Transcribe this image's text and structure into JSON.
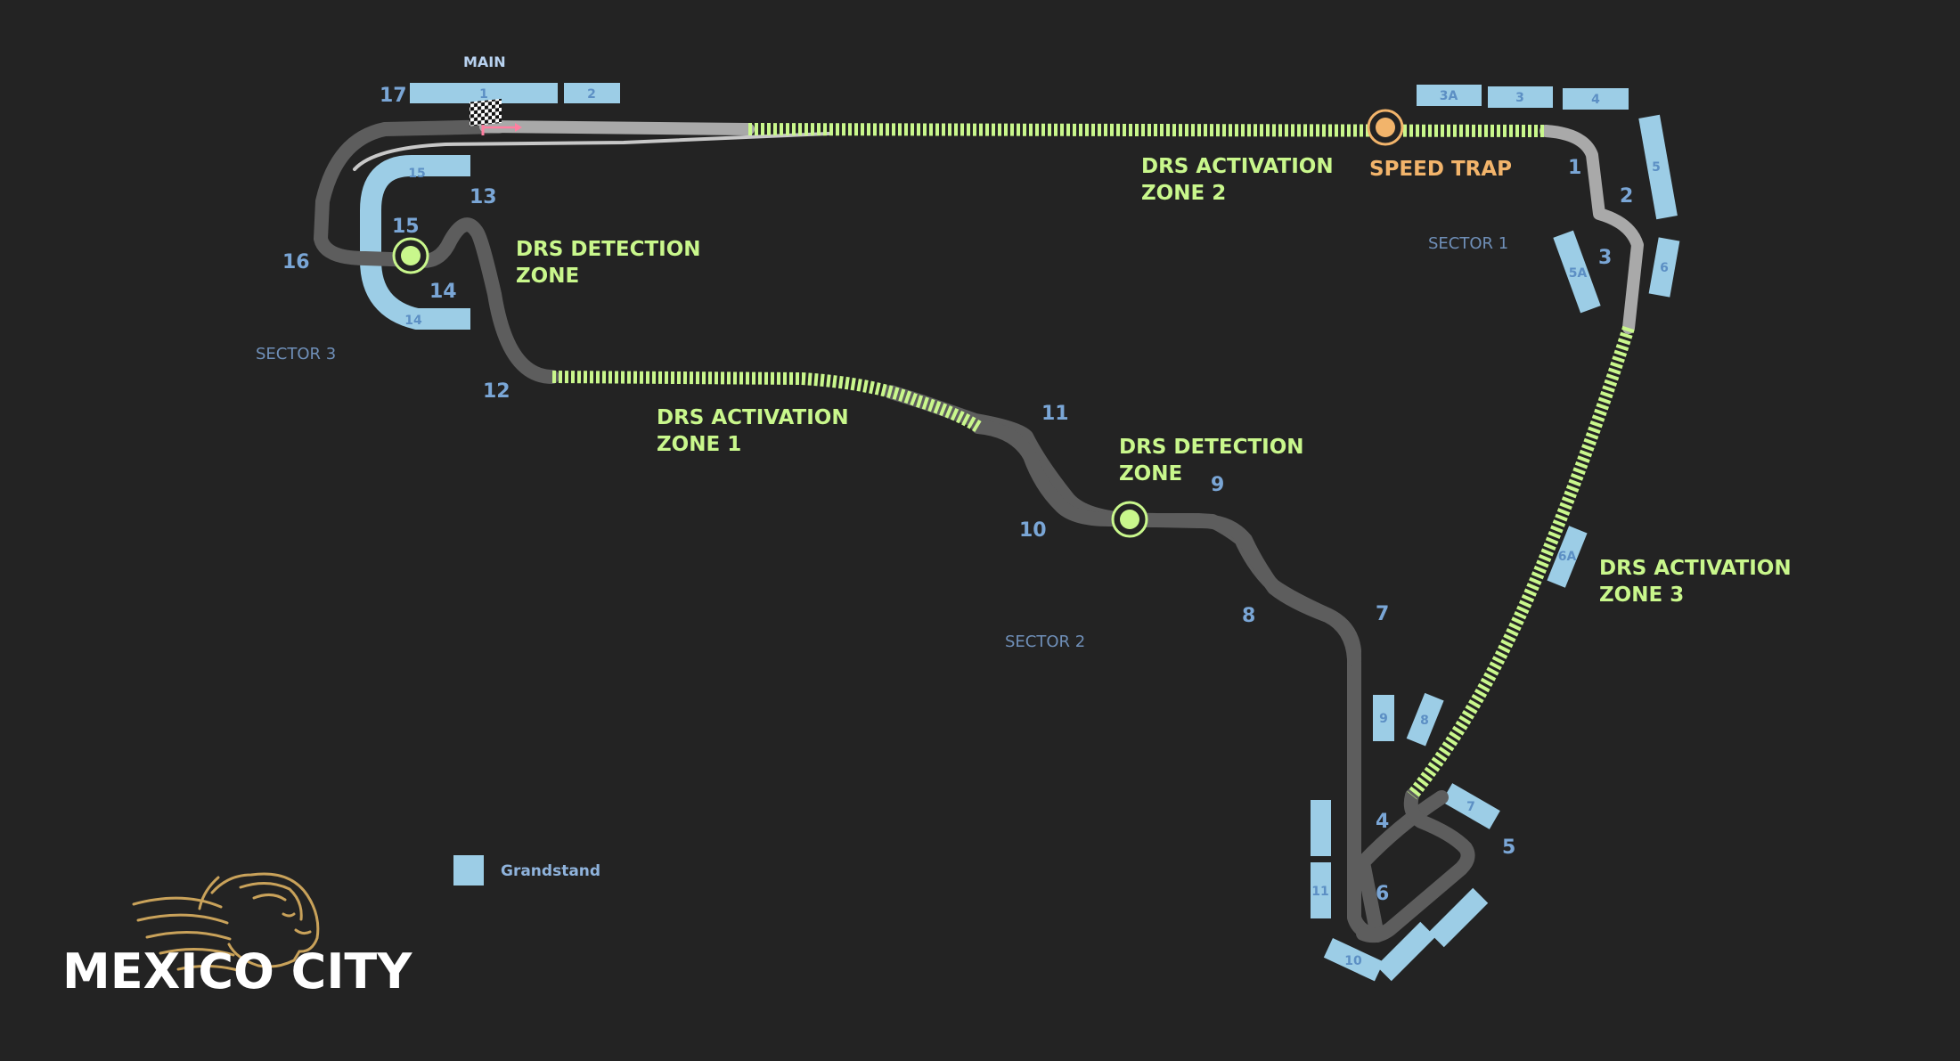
{
  "city": "MEXICO CITY",
  "legend": {
    "label": "Grandstand",
    "color": "#9ccde6"
  },
  "header": {
    "main_label": "MAIN"
  },
  "colors": {
    "background": "#232323",
    "track_dark": "#5d5d5d",
    "track_light": "#a9a9a9",
    "drs": "#c9f78c",
    "grandstand": "#9ccde6",
    "turn_number": "#7aa6d6",
    "speed_trap": "#f2b46b",
    "logo_gold": "#c9a25a"
  },
  "zones": {
    "drs_activation_1": [
      "DRS ACTIVATION",
      "ZONE 1"
    ],
    "drs_activation_2": [
      "DRS ACTIVATION",
      "ZONE 2"
    ],
    "drs_activation_3": [
      "DRS ACTIVATION",
      "ZONE 3"
    ],
    "drs_detection_1": [
      "DRS DETECTION",
      "ZONE"
    ],
    "drs_detection_2": [
      "DRS DETECTION",
      "ZONE"
    ],
    "speed_trap": "SPEED TRAP"
  },
  "sectors": {
    "s1": "SECTOR 1",
    "s2": "SECTOR 2",
    "s3": "SECTOR 3"
  },
  "turns": [
    "1",
    "2",
    "3",
    "4",
    "5",
    "6",
    "7",
    "8",
    "9",
    "10",
    "11",
    "12",
    "13",
    "14",
    "15",
    "16",
    "17"
  ],
  "grandstands": {
    "g1": "1",
    "g2": "2",
    "g3a": "3A",
    "g3": "3",
    "g4": "4",
    "g5": "5",
    "g5a": "5A",
    "g6": "6",
    "g6a": "6A",
    "g7": "7",
    "g8": "8",
    "g9": "9",
    "g10": "10",
    "g11": "11",
    "g14": "14",
    "g15": "15"
  },
  "icons": {
    "finish": "checkered-flag-icon",
    "logo": "lion-head-icon"
  }
}
